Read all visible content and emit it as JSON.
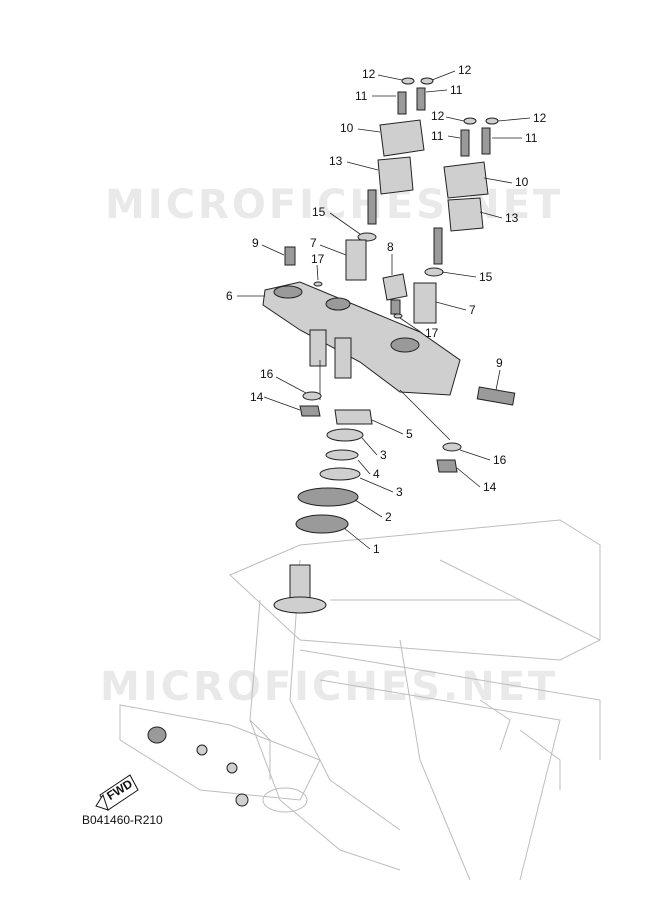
{
  "watermark": "MICROFICHES.NET",
  "diagram_code": "B041460-R210",
  "fwd_label": "FWD",
  "callouts": [
    {
      "id": "c12a",
      "label": "12"
    },
    {
      "id": "c12b",
      "label": "12"
    },
    {
      "id": "c11a",
      "label": "11"
    },
    {
      "id": "c11b",
      "label": "11"
    },
    {
      "id": "c12c",
      "label": "12"
    },
    {
      "id": "c12d",
      "label": "12"
    },
    {
      "id": "c11c",
      "label": "11"
    },
    {
      "id": "c11d",
      "label": "11"
    },
    {
      "id": "c10a",
      "label": "10"
    },
    {
      "id": "c13a",
      "label": "13"
    },
    {
      "id": "c10b",
      "label": "10"
    },
    {
      "id": "c13b",
      "label": "13"
    },
    {
      "id": "c15a",
      "label": "15"
    },
    {
      "id": "c9a",
      "label": "9"
    },
    {
      "id": "c7a",
      "label": "7"
    },
    {
      "id": "c8",
      "label": "8"
    },
    {
      "id": "c17a",
      "label": "17"
    },
    {
      "id": "c15b",
      "label": "15"
    },
    {
      "id": "c6",
      "label": "6"
    },
    {
      "id": "c7b",
      "label": "7"
    },
    {
      "id": "c17b",
      "label": "17"
    },
    {
      "id": "c9b",
      "label": "9"
    },
    {
      "id": "c16a",
      "label": "16"
    },
    {
      "id": "c14a",
      "label": "14"
    },
    {
      "id": "c5",
      "label": "5"
    },
    {
      "id": "c3a",
      "label": "3"
    },
    {
      "id": "c4",
      "label": "4"
    },
    {
      "id": "c16b",
      "label": "16"
    },
    {
      "id": "c14b",
      "label": "14"
    },
    {
      "id": "c3b",
      "label": "3"
    },
    {
      "id": "c2",
      "label": "2"
    },
    {
      "id": "c1",
      "label": "1"
    }
  ]
}
